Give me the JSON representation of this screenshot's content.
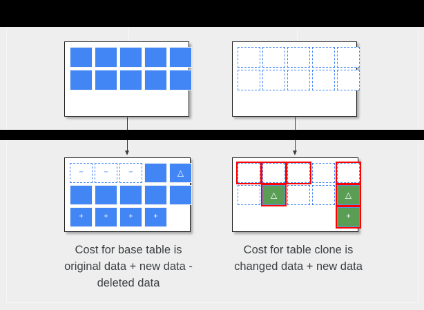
{
  "theme": {
    "background": "#eeeeee",
    "bar_color": "#000000",
    "blue": "#4285f4",
    "green": "#5a9e56",
    "red_highlight": "#ff0000",
    "card_border": "#1a1a1a",
    "caption_color": "#3c4043"
  },
  "diagram": {
    "title": "table clone cost comparison",
    "top_row": {
      "base_table": {
        "name": "base-table-before",
        "rows": [
          [
            "solid",
            "solid",
            "solid",
            "solid",
            "solid"
          ],
          [
            "solid",
            "solid",
            "solid",
            "solid",
            "solid"
          ]
        ],
        "labels": [
          [
            "",
            "",
            "",
            "",
            ""
          ],
          [
            "",
            "",
            "",
            "",
            ""
          ]
        ]
      },
      "clone_table": {
        "name": "table-clone-before",
        "rows": [
          [
            "dashed",
            "dashed",
            "dashed",
            "dashed",
            "dashed"
          ],
          [
            "dashed",
            "dashed",
            "dashed",
            "dashed",
            "dashed"
          ]
        ],
        "labels": [
          [
            "",
            "",
            "",
            "",
            ""
          ],
          [
            "",
            "",
            "",
            "",
            ""
          ]
        ]
      }
    },
    "bottom_row": {
      "base_table": {
        "name": "base-table-after",
        "rows": [
          [
            "dashed",
            "dashed",
            "dashed",
            "solid",
            "solid"
          ],
          [
            "solid",
            "solid",
            "solid",
            "solid",
            "solid"
          ],
          [
            "solid",
            "solid",
            "solid",
            "solid",
            "empty"
          ]
        ],
        "labels": [
          [
            "−",
            "−",
            "−",
            "",
            "△"
          ],
          [
            "",
            "",
            "",
            "",
            ""
          ],
          [
            "+",
            "+",
            "+",
            "+",
            ""
          ]
        ],
        "rings": [
          [
            false,
            false,
            false,
            false,
            false
          ],
          [
            false,
            false,
            false,
            false,
            false
          ],
          [
            false,
            false,
            false,
            false,
            false
          ]
        ]
      },
      "clone_table": {
        "name": "table-clone-after",
        "rows": [
          [
            "dashed",
            "dashed",
            "dashed",
            "dashed",
            "dashed"
          ],
          [
            "dashed",
            "green",
            "dashed",
            "dashed",
            "green"
          ],
          [
            "empty",
            "empty",
            "empty",
            "empty",
            "green"
          ]
        ],
        "labels": [
          [
            "",
            "",
            "",
            "",
            ""
          ],
          [
            "",
            "△",
            "",
            "",
            "△"
          ],
          [
            "",
            "",
            "",
            "",
            "+"
          ]
        ],
        "rings": [
          [
            true,
            true,
            true,
            false,
            true
          ],
          [
            false,
            true,
            false,
            false,
            true
          ],
          [
            false,
            false,
            false,
            false,
            true
          ]
        ]
      }
    },
    "arrows": [
      {
        "name": "arrow-base-table",
        "from": "base-table-before",
        "to": "base-table-after"
      },
      {
        "name": "arrow-table-clone",
        "from": "table-clone-before",
        "to": "table-clone-after"
      }
    ],
    "captions": {
      "base": "Cost for base table is original data + new data - deleted data",
      "clone": "Cost for table clone is changed data + new data"
    }
  }
}
